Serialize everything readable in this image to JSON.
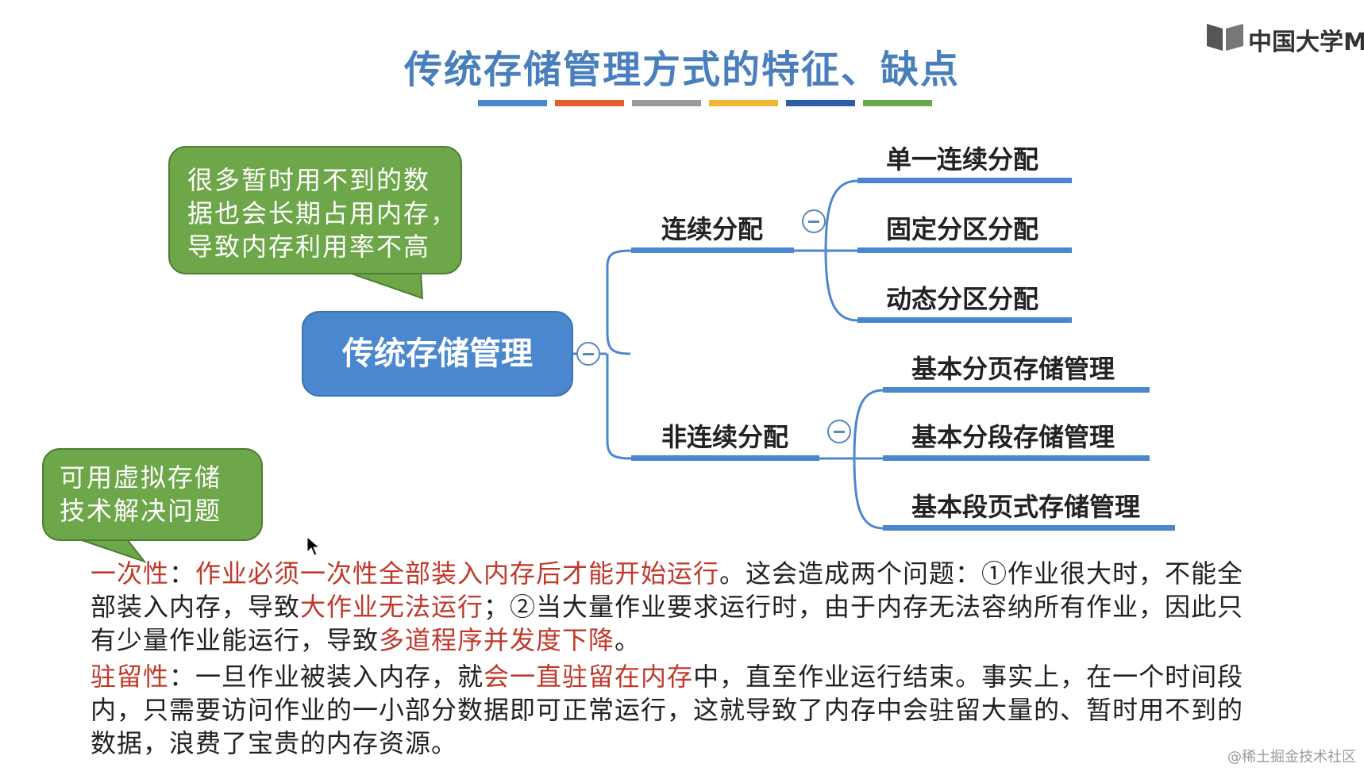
{
  "title": "传统存储管理方式的特征、缺点",
  "title_bar_colors": [
    "#4b87cf",
    "#e0622d",
    "#9a9a9a",
    "#f2b632",
    "#2d5ca8",
    "#6ea64a"
  ],
  "logo": {
    "icon": "mooc-book-icon",
    "text": "中国大学M"
  },
  "bubble_top": {
    "lines": [
      "很多暂时用不到的数",
      "据也会长期占用内存，",
      "导致内存利用率不高"
    ],
    "color": "#6ea64a"
  },
  "bubble_bottom": {
    "lines": [
      "可用虚拟存储",
      "技术解决问题"
    ],
    "color": "#6ea64a"
  },
  "mindmap": {
    "root": "传统存储管理",
    "branches": [
      {
        "label": "连续分配",
        "children": [
          "单一连续分配",
          "固定分区分配",
          "动态分区分配"
        ]
      },
      {
        "label": "非连续分配",
        "children": [
          "基本分页存储管理",
          "基本分段存储管理",
          "基本段页式存储管理"
        ]
      }
    ],
    "line_color": "#4b87cf"
  },
  "para1": {
    "label": "一次性",
    "colon": "：",
    "l1_red": "作业必须一次性全部装入内存后才能开始运行",
    "l1_rest": "。这会造成两个问题：①作业很大时，不能全",
    "l2_a": "部装入内存，导致",
    "l2_red": "大作业无法运行",
    "l2_b": "；②当大量作业要求运行时，由于内存无法容纳所有作业，因此只",
    "l3_a": "有少量作业能运行，导致",
    "l3_red": "多道程序并发度下降",
    "l3_b": "。"
  },
  "para2": {
    "label": "驻留性",
    "colon": "：",
    "l1_a": "一旦作业被装入内存，就",
    "l1_red": "会一直驻留在内存",
    "l1_b": "中，直至作业运行结束。事实上，在一个时间段",
    "l2": "内，只需要访问作业的一小部分数据即可正常运行，这就导致了内存中会驻留大量的、暂时用不到的",
    "l3": "数据，浪费了宝贵的内存资源。"
  },
  "watermark": "@稀土掘金技术社区",
  "accent_red": "#c0392b"
}
